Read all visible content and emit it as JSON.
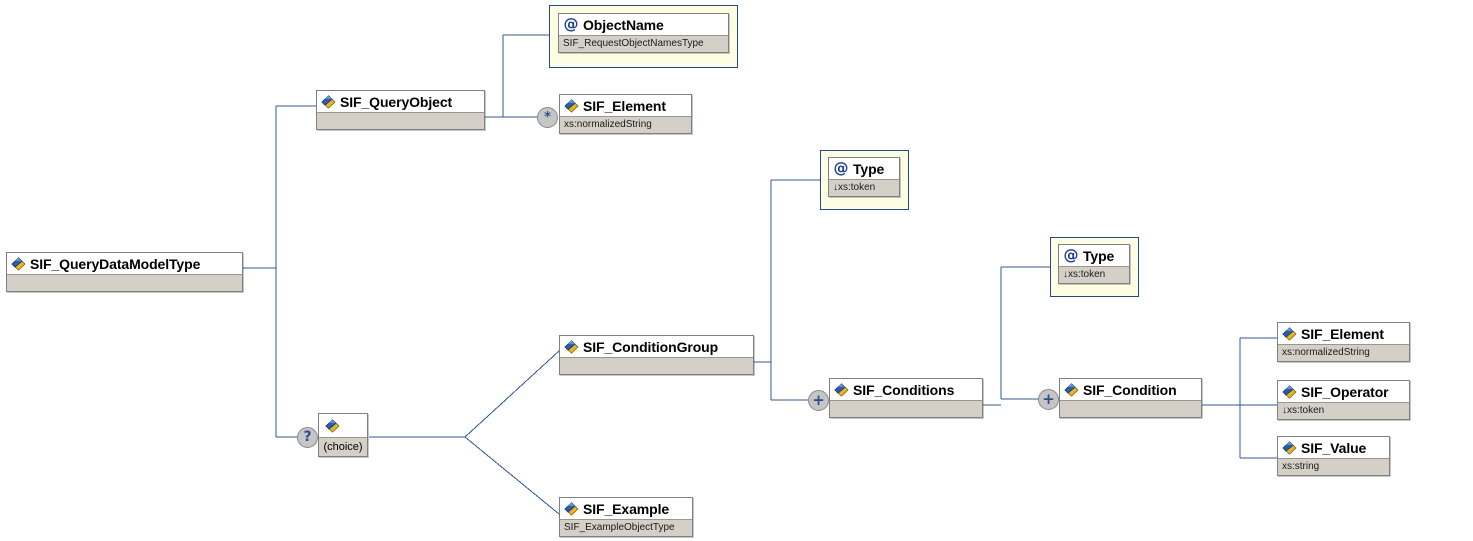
{
  "diagram": {
    "kind": "xml-schema-tree",
    "title": "SIF_QueryDataModelType",
    "wire_color": "#2c5a93",
    "box_border_color": "#808080",
    "type_band_color": "#d4d0c8",
    "attribute_frame_color": "#fdfde3",
    "attribute_frame_border": "#26497e",
    "bubble_fill": "#c5c5c5",
    "bubble_text_color": "#2c4f87"
  },
  "nodes": {
    "root": {
      "label": "SIF_QueryDataModelType",
      "type": "",
      "icon": "element-icon"
    },
    "query_object": {
      "label": "SIF_QueryObject",
      "type": "",
      "icon": "element-icon"
    },
    "object_name": {
      "label": "ObjectName",
      "type": "SIF_RequestObjectNamesType",
      "icon": "attribute-icon"
    },
    "sif_element_top": {
      "label": "SIF_Element",
      "type": "xs:normalizedString",
      "icon": "element-icon"
    },
    "choice": {
      "label": "(choice)",
      "icon": "element-icon"
    },
    "condition_group": {
      "label": "SIF_ConditionGroup",
      "type": "",
      "icon": "element-icon"
    },
    "type_group": {
      "label": "Type",
      "type": "xs:token",
      "type_prefix": "↓",
      "icon": "attribute-icon"
    },
    "conditions": {
      "label": "SIF_Conditions",
      "type": "",
      "icon": "element-icon"
    },
    "type_conditions": {
      "label": "Type",
      "type": "xs:token",
      "type_prefix": "↓",
      "icon": "attribute-icon"
    },
    "condition": {
      "label": "SIF_Condition",
      "type": "",
      "icon": "element-icon"
    },
    "sif_element_leaf": {
      "label": "SIF_Element",
      "type": "xs:normalizedString",
      "icon": "element-icon"
    },
    "sif_operator": {
      "label": "SIF_Operator",
      "type": "xs:token",
      "type_prefix": "↓",
      "icon": "element-icon"
    },
    "sif_value": {
      "label": "SIF_Value",
      "type": "xs:string",
      "icon": "element-icon"
    },
    "sif_example": {
      "label": "SIF_Example",
      "type": "SIF_ExampleObjectType",
      "icon": "element-icon"
    }
  },
  "occurrence_indicators": {
    "element_top": "*",
    "choice": "?",
    "conditions": "+",
    "condition": "+"
  }
}
